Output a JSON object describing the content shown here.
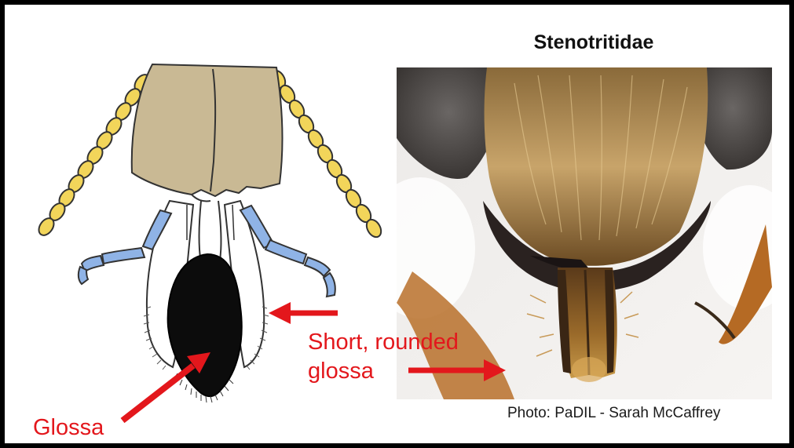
{
  "title": "Stenotritidae",
  "credit": "Photo: PaDIL - Sarah McCaffrey",
  "labels": {
    "short_line1": "Short, rounded",
    "short_line2": "glossa",
    "glossa": "Glossa"
  },
  "colors": {
    "frame": "#000000",
    "arrow": "#e3171c",
    "labrum": "#c9b994",
    "palp_yellow": "#f2d55a",
    "palp_blue": "#8fb3e6",
    "glossa": "#0c0c0c"
  }
}
